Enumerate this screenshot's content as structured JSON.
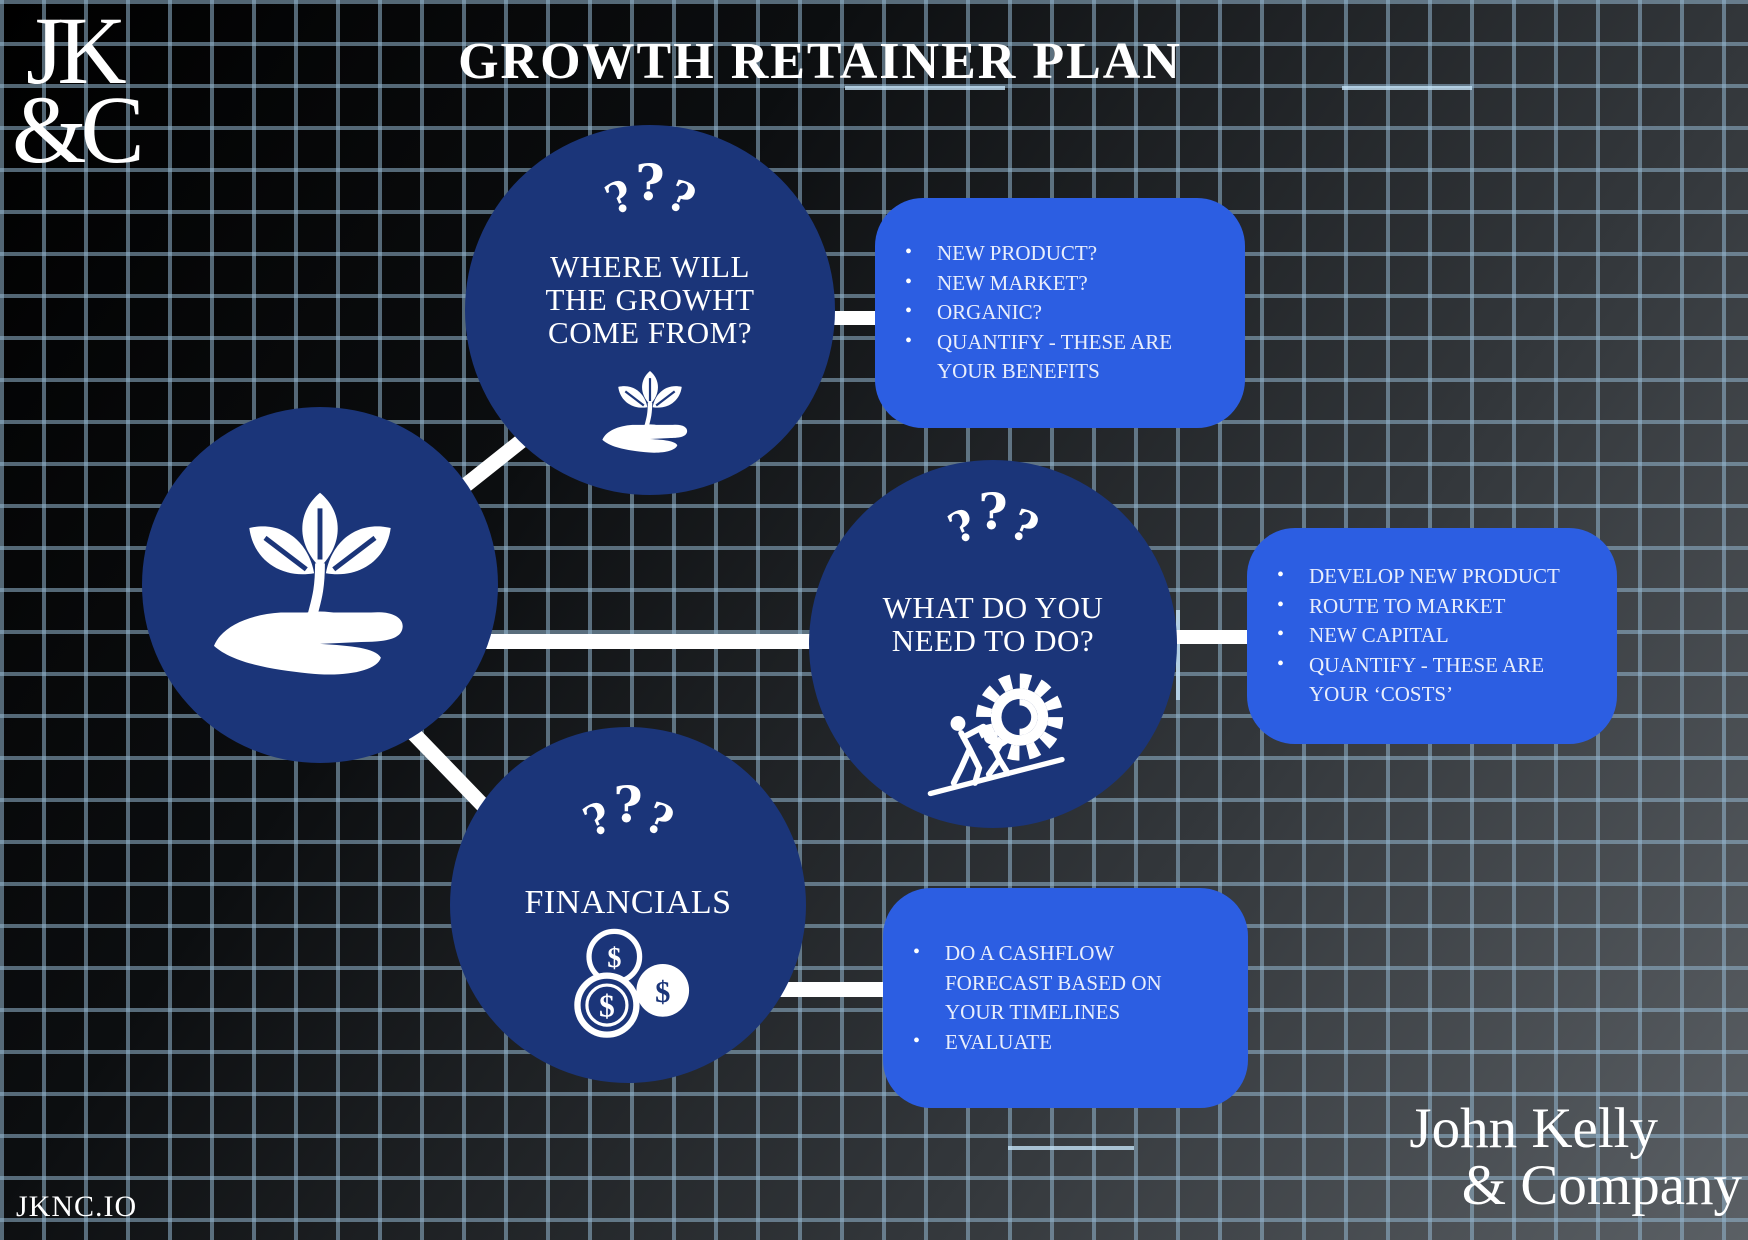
{
  "page": {
    "title": "GROWTH RETAINER PLAN",
    "logo": {
      "line1": "JK",
      "line2": "&C"
    },
    "site_url": "JKNC.IO",
    "brand": {
      "line1": "John Kelly",
      "line2": "& Company"
    }
  },
  "colors": {
    "navy": "#1b3579",
    "blue": "#2c5ee2",
    "grid": "#94b7d0",
    "text": "#ffffff"
  },
  "icons": {
    "question_mark": "?",
    "dollar": "$"
  },
  "nodes": {
    "hub": {
      "icon": "plant-in-hand"
    },
    "growth": {
      "label_lines": [
        "WHERE WILL",
        "THE GROWHT",
        "COME FROM?"
      ]
    },
    "actions": {
      "label_lines": [
        "WHAT DO YOU",
        "NEED TO DO?"
      ]
    },
    "financials": {
      "label": "FINANCIALS"
    }
  },
  "callouts": {
    "benefits": {
      "items": [
        "NEW PRODUCT?",
        "NEW MARKET?",
        "ORGANIC?",
        "QUANTIFY - THESE ARE YOUR BENEFITS"
      ]
    },
    "costs": {
      "items": [
        "DEVELOP NEW PRODUCT",
        "ROUTE TO MARKET",
        "NEW CAPITAL",
        "QUANTIFY - THESE ARE YOUR ‘COSTS’"
      ]
    },
    "cashflow": {
      "items": [
        "DO A CASHFLOW FORECAST BASED ON YOUR TIMELINES",
        "EVALUATE"
      ]
    }
  }
}
